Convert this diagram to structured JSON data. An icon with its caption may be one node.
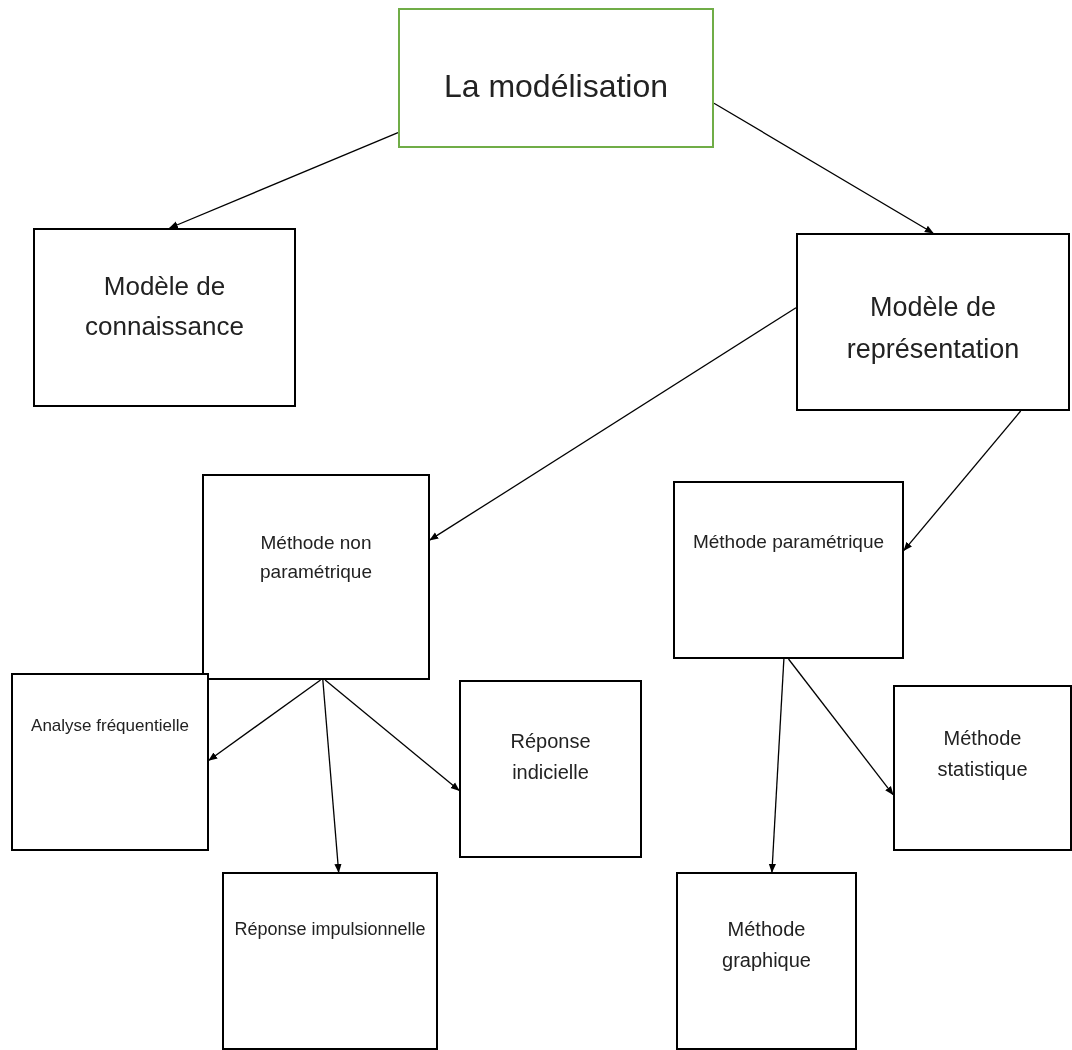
{
  "diagram": {
    "nodes": [
      {
        "text": [
          "La modélisation"
        ]
      },
      {
        "text": [
          "Modèle de connaissance"
        ]
      },
      {
        "text": [
          "Modèle de représentation"
        ]
      },
      {
        "text": [
          "Méthode non paramétrique"
        ]
      },
      {
        "text": [
          "Méthode paramétrique"
        ]
      },
      {
        "text": [
          "Analyse fréquentielle"
        ]
      },
      {
        "text": [
          "Réponse impulsionnelle"
        ]
      },
      {
        "text": [
          "Réponse indicielle"
        ]
      },
      {
        "text": [
          "Méthode statistique"
        ]
      },
      {
        "text": [
          "Méthode graphique"
        ]
      }
    ],
    "edges": [
      {
        "from": 0,
        "to": 1,
        "arrow": "to"
      },
      {
        "from": 0,
        "to": 2,
        "arrow": "to"
      },
      {
        "from": 2,
        "to": 3,
        "arrow": "to"
      },
      {
        "from": 2,
        "to": 4,
        "arrow": "to"
      },
      {
        "from": 3,
        "to": 5,
        "arrow": "to"
      },
      {
        "from": 3,
        "to": 6,
        "arrow": "to"
      },
      {
        "from": 3,
        "to": 7,
        "arrow": "to"
      },
      {
        "from": 4,
        "to": 9,
        "arrow": "to"
      },
      {
        "from": 4,
        "to": 8,
        "arrow": "to"
      }
    ]
  }
}
